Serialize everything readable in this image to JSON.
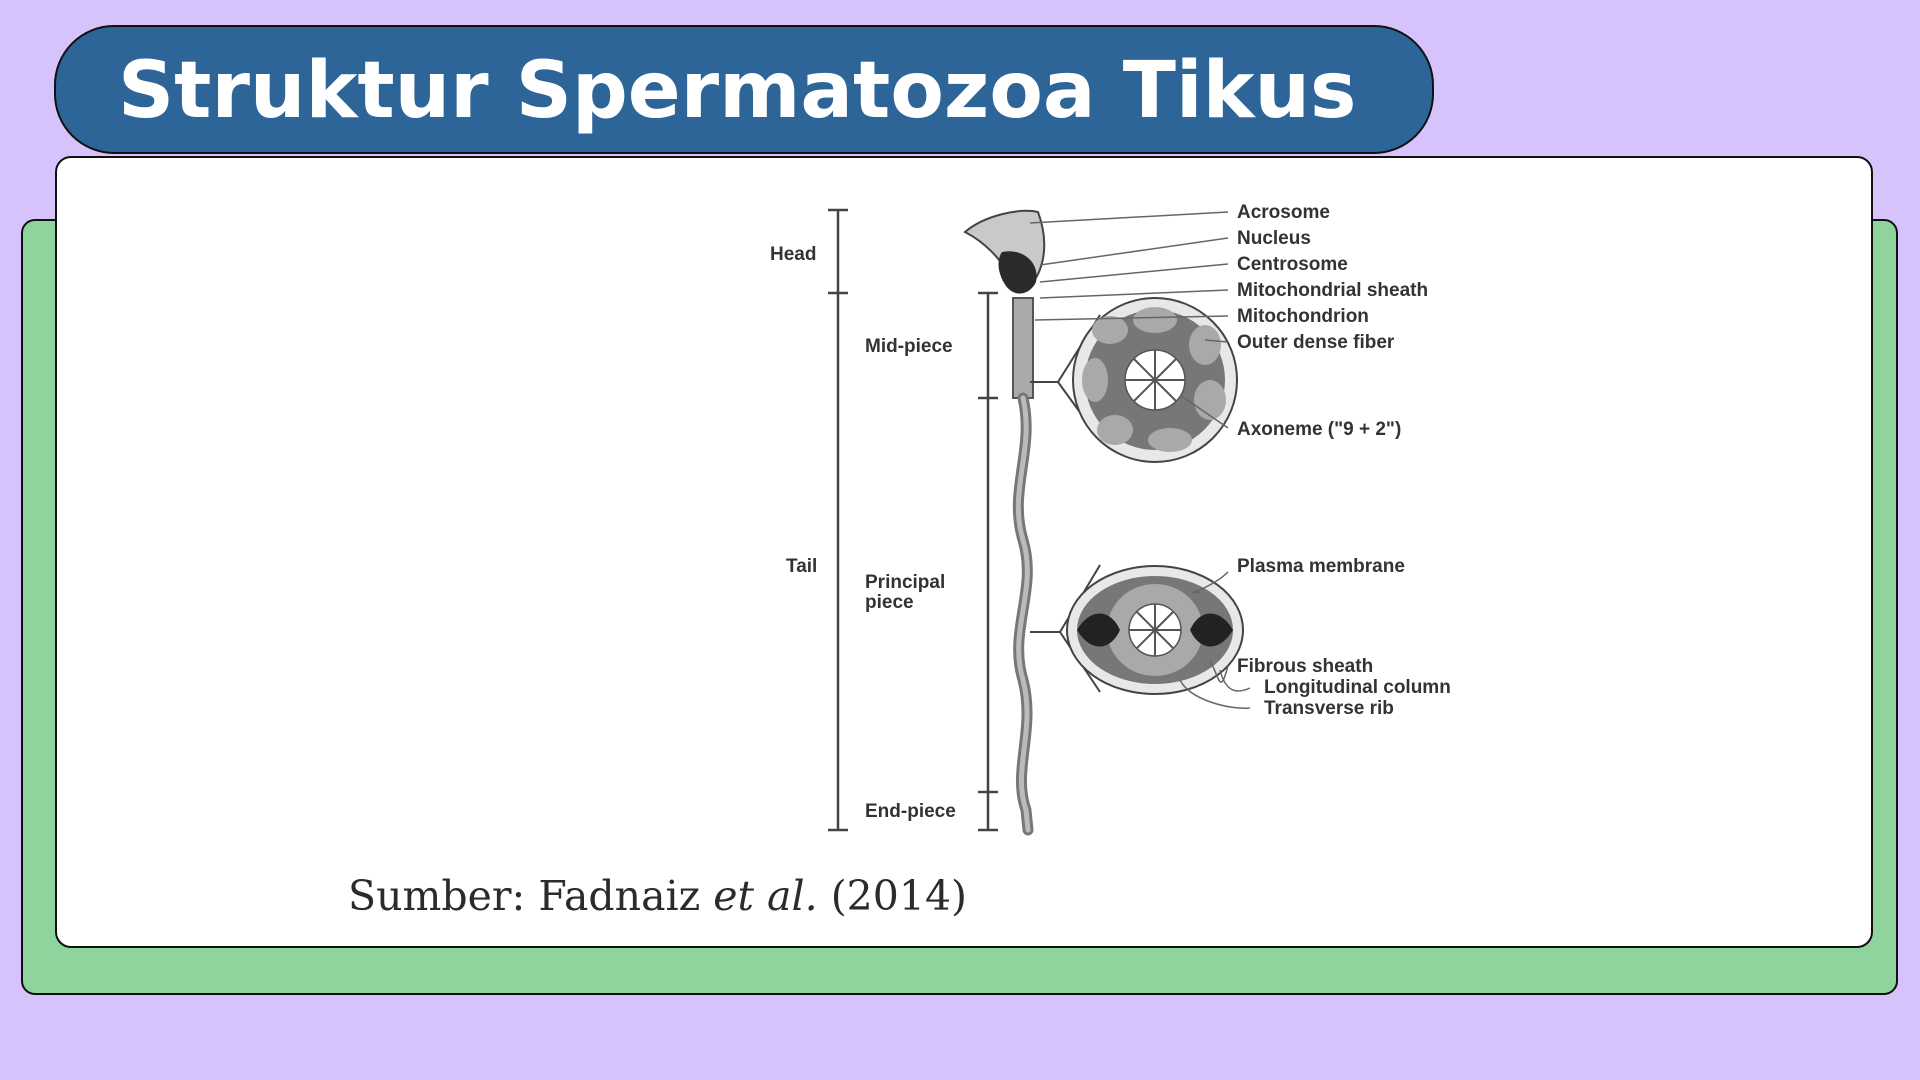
{
  "slide": {
    "title": "Struktur Spermatozoa Tikus",
    "colors": {
      "background": "#d7c3fb",
      "title_bg": "#2d6599",
      "card_green": "#8fd49d",
      "card_white": "#ffffff"
    }
  },
  "diagram": {
    "regions": {
      "head": "Head",
      "tail": "Tail",
      "mid_piece": "Mid-piece",
      "principal_piece_line1": "Principal",
      "principal_piece_line2": "piece",
      "end_piece": "End-piece"
    },
    "labels": {
      "acrosome": "Acrosome",
      "nucleus": "Nucleus",
      "centrosome": "Centrosome",
      "mitochondrial_sheath": "Mitochondrial sheath",
      "mitochondrion": "Mitochondrion",
      "outer_dense_fiber": "Outer dense fiber",
      "axoneme": "Axoneme (\"9 + 2\")",
      "plasma_membrane": "Plasma membrane",
      "fibrous_sheath": "Fibrous sheath",
      "longitudinal_column": "Longitudinal column",
      "transverse_rib": "Transverse rib"
    }
  },
  "caption": {
    "prefix": "Sumber: Fadnaiz ",
    "italic": "et al.",
    "suffix": " (2014)"
  }
}
